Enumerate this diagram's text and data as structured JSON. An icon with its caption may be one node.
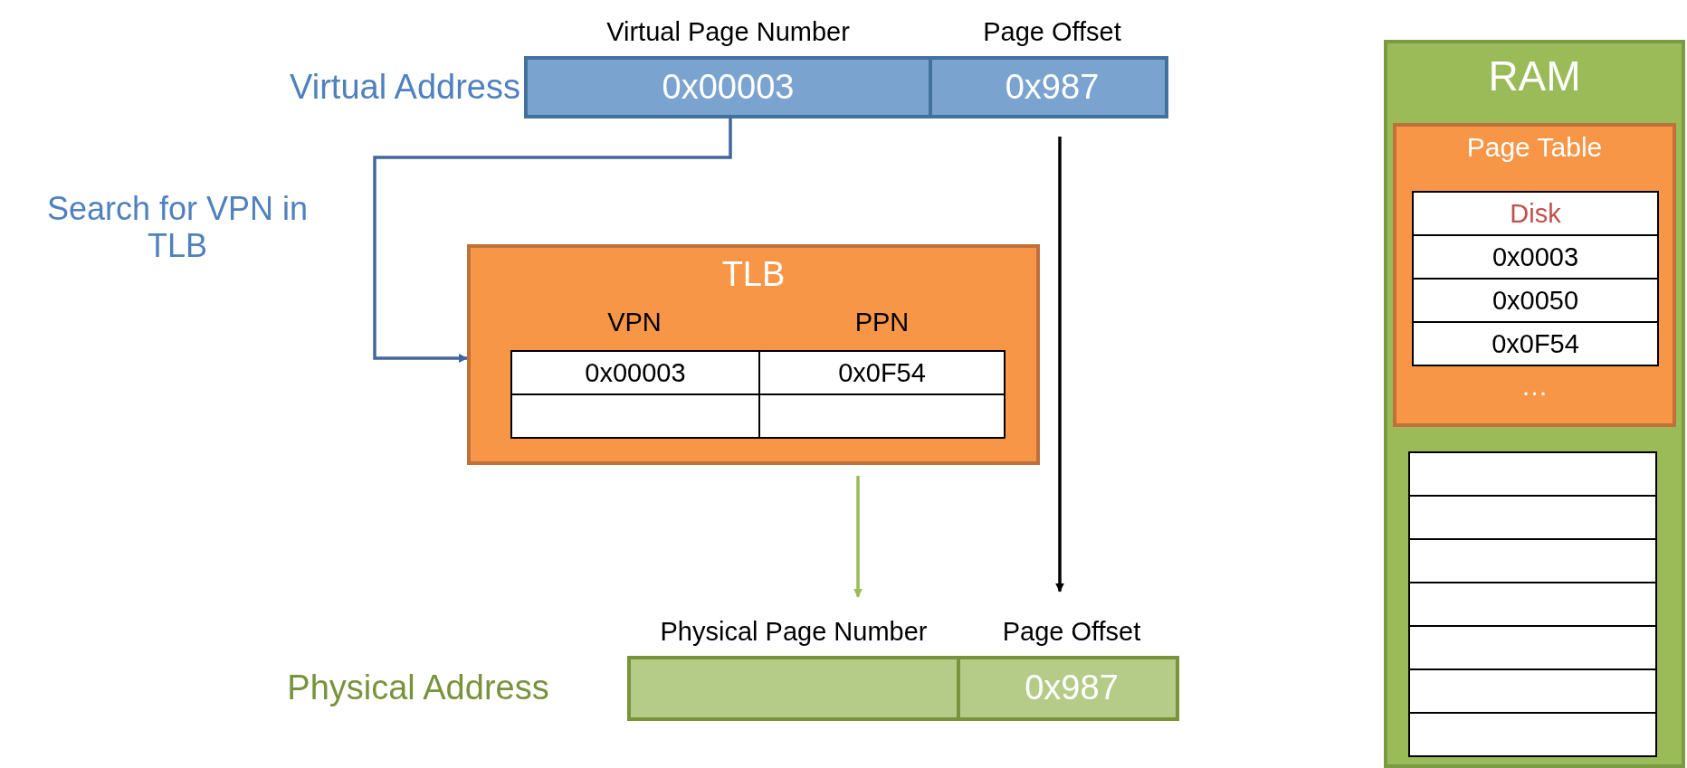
{
  "diagram": {
    "nodes": [
      {
        "text": [
          "Virtual Address"
        ]
      },
      {
        "text": [
          "Virtual Page Number",
          "0x00003"
        ],
        "in": 0
      },
      {
        "text": [
          "Page Offset",
          "0x987"
        ],
        "in": 0
      },
      {
        "text": [
          "TLB"
        ]
      },
      {
        "text": [
          "Physical Address"
        ]
      },
      {
        "text": [
          "Physical Page Number"
        ],
        "in": 4
      },
      {
        "text": [
          "Page Offset",
          "0x987"
        ],
        "in": 4
      },
      {
        "text": [
          "RAM"
        ]
      },
      {
        "text": [
          "Page Table",
          "…"
        ],
        "in": 7
      }
    ],
    "edges": [
      {
        "from": 1,
        "to": 3,
        "arrow": "to",
        "label": "Search for VPN in TLB",
        "color": "#41689c"
      },
      {
        "from": 3,
        "to": 5,
        "arrow": "to",
        "color": "#9bbb59"
      },
      {
        "from": 2,
        "to": 6,
        "arrow": "to",
        "color": "#000000"
      }
    ],
    "labels": [
      "VPN",
      "PPN",
      "0x00003",
      "0x0F54",
      "Disk",
      "0x0003",
      "0x0050",
      "0x0F54"
    ]
  }
}
